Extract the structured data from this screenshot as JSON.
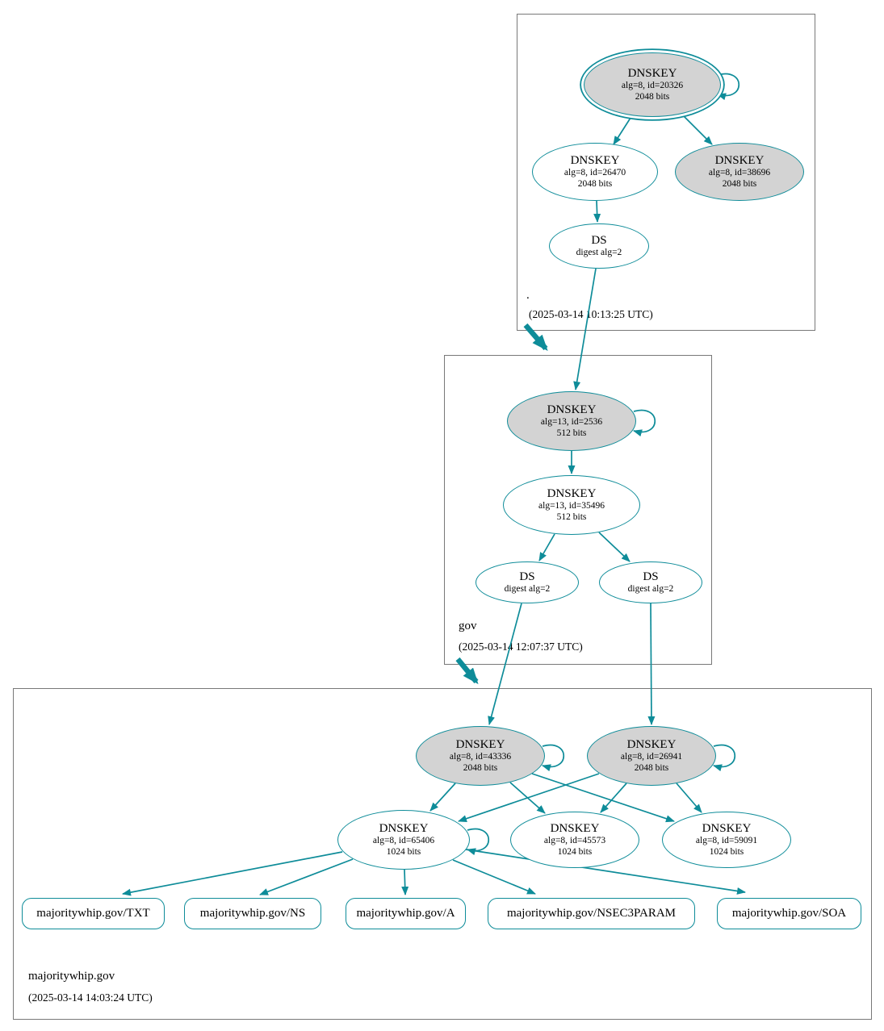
{
  "colors": {
    "edge_teal": "#0e8c99",
    "node_fill_sep": "#d3d3d3",
    "node_fill": "#ffffff",
    "box_border": "#787878"
  },
  "zones": {
    "root": {
      "label": ".",
      "timestamp": "(2025-03-14 10:13:25 UTC)",
      "ksk": {
        "type": "DNSKEY",
        "meta": "alg=8, id=20326",
        "bits": "2048 bits"
      },
      "zsk": {
        "type": "DNSKEY",
        "meta": "alg=8, id=26470",
        "bits": "2048 bits"
      },
      "standby": {
        "type": "DNSKEY",
        "meta": "alg=8, id=38696",
        "bits": "2048 bits"
      },
      "ds": {
        "type": "DS",
        "meta": "digest alg=2"
      }
    },
    "gov": {
      "label": "gov",
      "timestamp": "(2025-03-14 12:07:37 UTC)",
      "ksk": {
        "type": "DNSKEY",
        "meta": "alg=13, id=2536",
        "bits": "512 bits"
      },
      "zsk": {
        "type": "DNSKEY",
        "meta": "alg=13, id=35496",
        "bits": "512 bits"
      },
      "ds1": {
        "type": "DS",
        "meta": "digest alg=2"
      },
      "ds2": {
        "type": "DS",
        "meta": "digest alg=2"
      }
    },
    "majoritywhip": {
      "label": "majoritywhip.gov",
      "timestamp": "(2025-03-14 14:03:24 UTC)",
      "ksk1": {
        "type": "DNSKEY",
        "meta": "alg=8, id=43336",
        "bits": "2048 bits"
      },
      "ksk2": {
        "type": "DNSKEY",
        "meta": "alg=8, id=26941",
        "bits": "2048 bits"
      },
      "zsk1": {
        "type": "DNSKEY",
        "meta": "alg=8, id=65406",
        "bits": "1024 bits"
      },
      "zsk2": {
        "type": "DNSKEY",
        "meta": "alg=8, id=45573",
        "bits": "1024 bits"
      },
      "zsk3": {
        "type": "DNSKEY",
        "meta": "alg=8, id=59091",
        "bits": "1024 bits"
      },
      "rrsets": {
        "txt": "majoritywhip.gov/TXT",
        "ns": "majoritywhip.gov/NS",
        "a": "majoritywhip.gov/A",
        "nsec3param": "majoritywhip.gov/NSEC3PARAM",
        "soa": "majoritywhip.gov/SOA"
      }
    }
  }
}
